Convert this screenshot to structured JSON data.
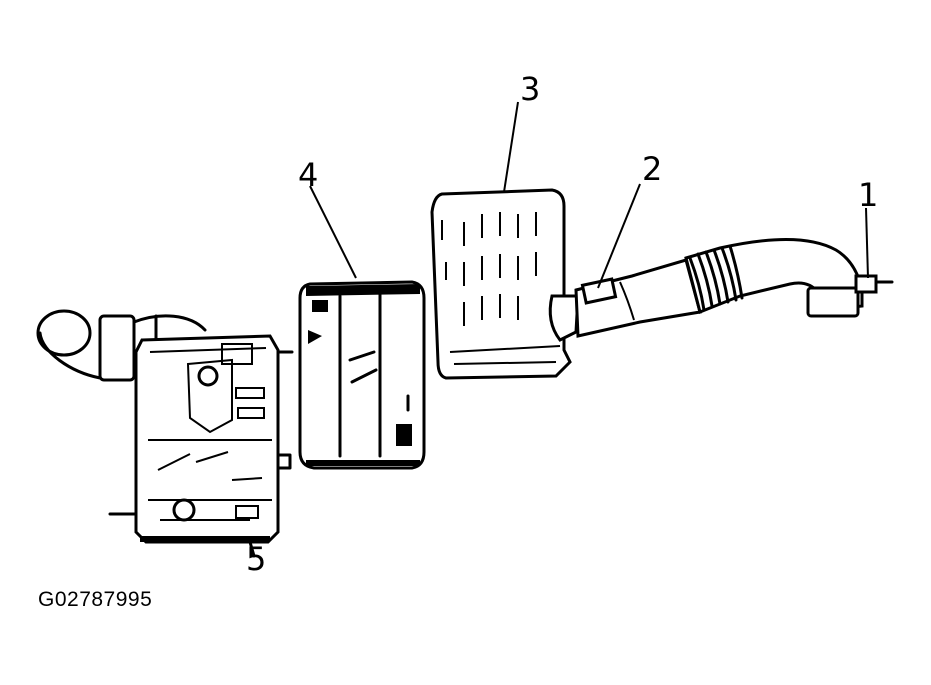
{
  "diagram": {
    "callouts": [
      "1",
      "2",
      "3",
      "4",
      "5"
    ],
    "figure_id": "G02787995"
  }
}
